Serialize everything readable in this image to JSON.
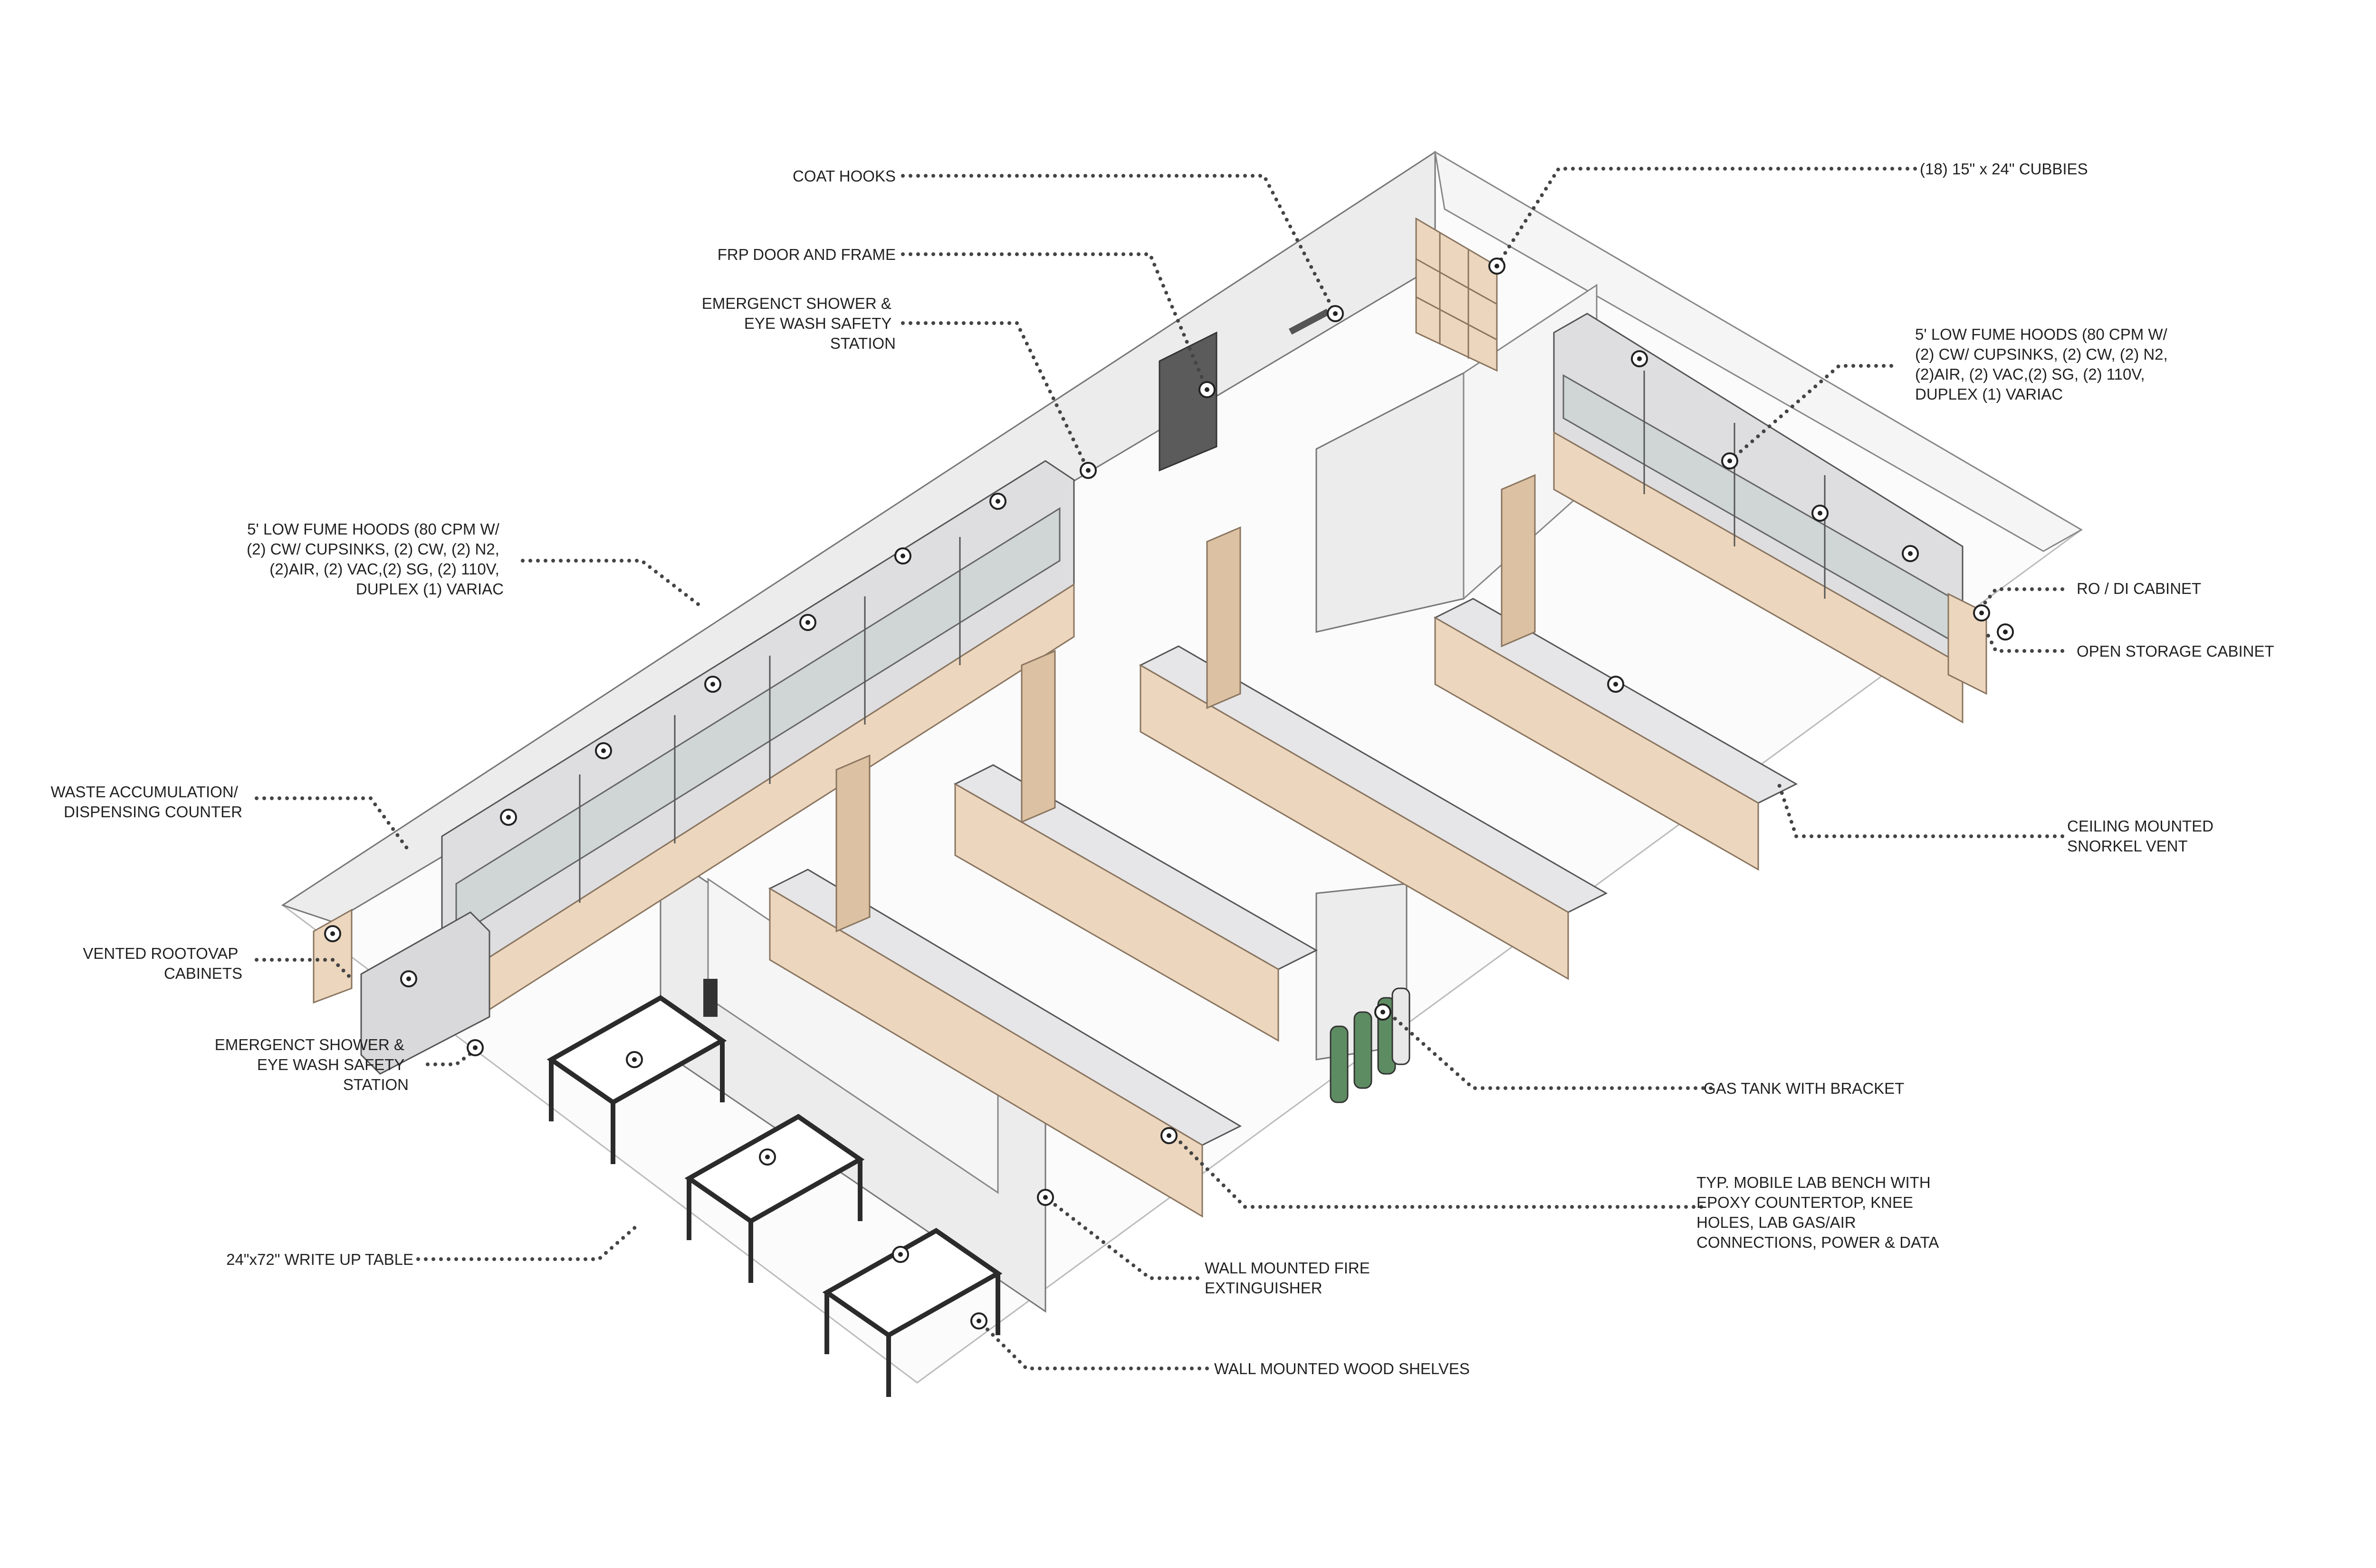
{
  "labels": {
    "coat_hooks": "COAT HOOKS",
    "frp_door": "FRP DOOR AND FRAME",
    "shower_top": [
      "EMERGENCT SHOWER &",
      "EYE WASH SAFETY",
      "STATION"
    ],
    "cubbies": "(18) 15\" x 24\" CUBBIES",
    "fume_hoods_right": [
      "5' LOW FUME HOODS (80 CPM W/",
      "(2) CW/ CUPSINKS, (2) CW, (2) N2,",
      "(2)AIR, (2) VAC,(2) SG, (2) 110V,",
      "DUPLEX (1) VARIAC"
    ],
    "fume_hoods_left": [
      "5' LOW FUME HOODS (80 CPM W/",
      "(2) CW/ CUPSINKS, (2) CW, (2) N2,",
      "(2)AIR, (2) VAC,(2) SG, (2) 110V,",
      "DUPLEX (1) VARIAC"
    ],
    "ro_di": "RO / DI CABINET",
    "open_storage": "OPEN STORAGE CABINET",
    "waste": [
      "WASTE ACCUMULATION/",
      "DISPENSING COUNTER"
    ],
    "rootovap": [
      "VENTED ROOTOVAP",
      "CABINETS"
    ],
    "shower_left": [
      "EMERGENCT SHOWER &",
      "EYE WASH SAFETY",
      "STATION"
    ],
    "snorkel": [
      "CEILING MOUNTED",
      "SNORKEL VENT"
    ],
    "gas_tank": "GAS TANK WITH BRACKET",
    "mobile_bench": [
      "TYP. MOBILE LAB BENCH WITH",
      "EPOXY COUNTERTOP, KNEE",
      "HOLES, LAB GAS/AIR",
      "CONNECTIONS, POWER & DATA"
    ],
    "write_up": "24\"x72\" WRITE UP TABLE",
    "fire_ext": [
      "WALL MOUNTED FIRE",
      "EXTINGUISHER"
    ],
    "wood_shelves": "WALL MOUNTED WOOD SHELVES"
  },
  "colors": {
    "wall": "#ececec",
    "wood": "#ecd6bd",
    "counter": "#d9d9db",
    "door": "#5b5b5b",
    "leader": "#444444",
    "gas_tank": "#5e8c62"
  }
}
